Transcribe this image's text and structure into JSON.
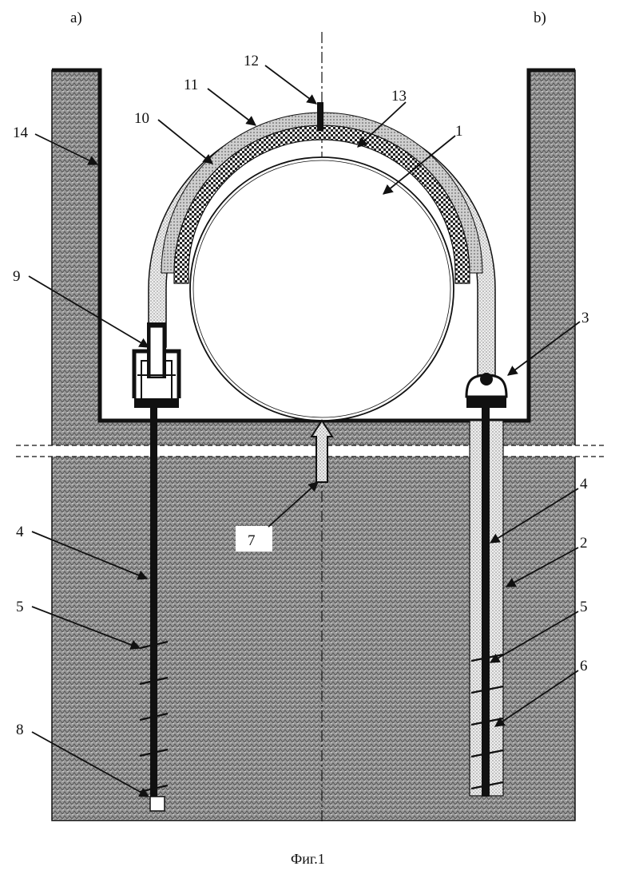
{
  "figure": {
    "caption": "Фиг.1",
    "variant_a": "a)",
    "variant_b": "b)"
  },
  "labels": {
    "l1": "1",
    "l2": "2",
    "l3": "3",
    "l4_left": "4",
    "l4_right": "4",
    "l5_left": "5",
    "l5_right": "5",
    "l6": "6",
    "l7": "7",
    "l8": "8",
    "l9": "9",
    "l10": "10",
    "l11": "11",
    "l12": "12",
    "l13": "13",
    "l14": "14"
  },
  "colors": {
    "ground": "#8a8a8a",
    "line": "#111111",
    "coating": "#d9d9d9",
    "checker": "#222222",
    "background": "#ffffff"
  }
}
